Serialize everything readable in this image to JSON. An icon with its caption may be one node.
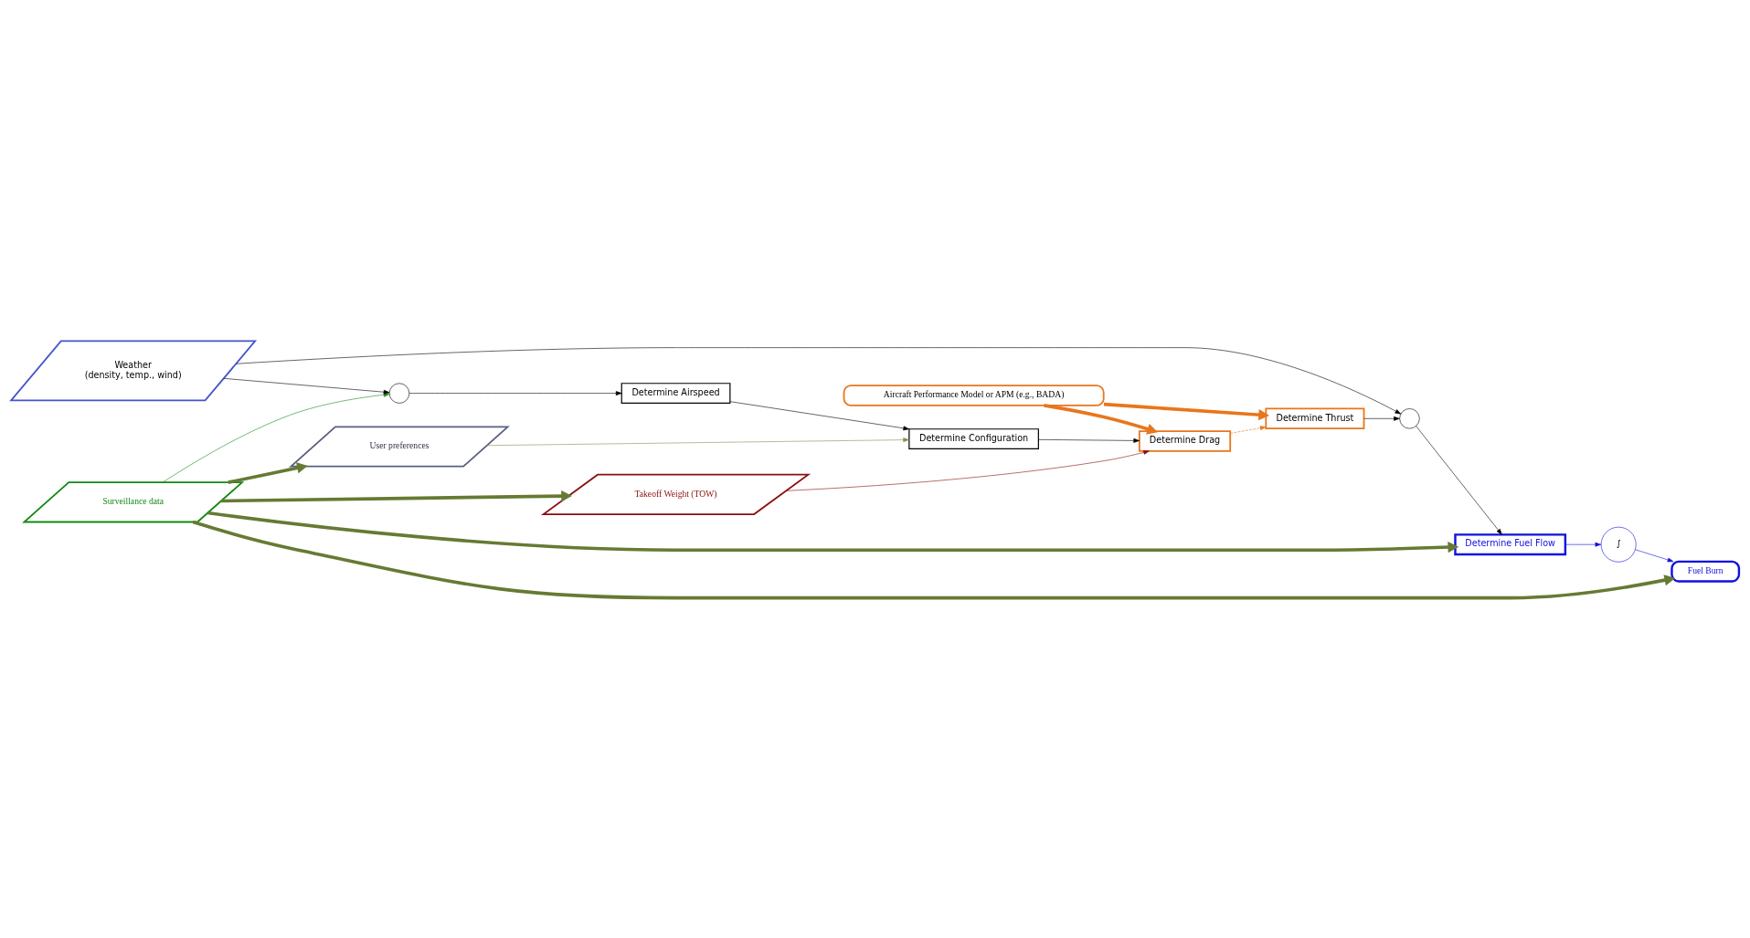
{
  "diagram": {
    "nodes": [
      {
        "text": [
          "Surveillance data"
        ]
      },
      {
        "text": [
          "Takeoff Weight (TOW)"
        ]
      },
      {
        "text": [
          "User preferences"
        ]
      },
      {
        "text": [],
        "shape": "circle"
      },
      {
        "text": [
          "Determine Airspeed"
        ]
      },
      {
        "text": [
          "Determine Configuration"
        ]
      },
      {
        "text": [
          "Determine Drag"
        ]
      },
      {
        "text": [
          "Weather",
          "(density, temp., wind)"
        ]
      },
      {
        "text": [
          "Aircraft Performance Model or APM (e.g., BADA)"
        ]
      },
      {
        "text": [
          "Determine Thrust"
        ]
      },
      {
        "text": [],
        "shape": "circle"
      },
      {
        "text": [
          "Determine Fuel Flow"
        ]
      },
      {
        "text": [
          "∫"
        ]
      },
      {
        "text": [
          "Fuel Burn"
        ]
      }
    ],
    "edges": [
      {
        "from": 0,
        "to": 1,
        "arrow": "to",
        "style": "thick",
        "color": "#667a33"
      },
      {
        "from": 0,
        "to": 2,
        "arrow": "to",
        "style": "thick",
        "color": "#667a33"
      },
      {
        "from": 0,
        "to": 3,
        "arrow": "to",
        "color": "#1a8a1a"
      },
      {
        "from": 3,
        "to": 4,
        "arrow": "to"
      },
      {
        "from": 4,
        "to": 5,
        "arrow": "to"
      },
      {
        "from": 2,
        "to": 5,
        "arrow": "to",
        "color": "#8c8a5a"
      },
      {
        "from": 5,
        "to": 6,
        "arrow": "to"
      },
      {
        "from": 1,
        "to": 6,
        "arrow": "to",
        "color": "#8b0f0f"
      },
      {
        "from": 7,
        "to": 3,
        "arrow": "to"
      },
      {
        "from": 8,
        "to": 6,
        "arrow": "to",
        "style": "thick",
        "color": "#e8761c"
      },
      {
        "from": 8,
        "to": 9,
        "arrow": "to",
        "style": "thick",
        "color": "#e8761c"
      },
      {
        "from": 6,
        "to": 9,
        "arrow": "to",
        "style": "dashed",
        "color": "#e8761c"
      },
      {
        "from": 7,
        "to": 10,
        "arrow": "to"
      },
      {
        "from": 9,
        "to": 10,
        "arrow": "to"
      },
      {
        "from": 10,
        "to": 11,
        "arrow": "to"
      },
      {
        "from": 0,
        "to": 13,
        "arrow": "to",
        "style": "thick",
        "color": "#667a33"
      },
      {
        "from": 0,
        "to": 11,
        "arrow": "to",
        "style": "thick",
        "color": "#667a33"
      },
      {
        "from": 11,
        "to": 12,
        "arrow": "to",
        "color": "#1010e0"
      },
      {
        "from": 12,
        "to": 13,
        "arrow": "to",
        "color": "#1010e0"
      }
    ]
  }
}
